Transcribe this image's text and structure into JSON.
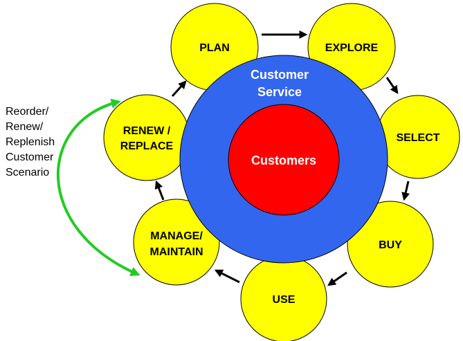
{
  "colors": {
    "stage_fill": "#ffff00",
    "stage_stroke": "#000000",
    "ring_fill": "#3366ee",
    "core_fill": "#ff0000",
    "ring_text": "#ffffff",
    "core_text": "#ffffff",
    "cycle_arrow": "#000000",
    "scenario_arrow": "#22cc22"
  },
  "ring": {
    "line1": "Customer",
    "line2": "Service"
  },
  "core": {
    "label": "Customers"
  },
  "stages": {
    "plan": {
      "line1": "PLAN"
    },
    "explore": {
      "line1": "EXPLORE"
    },
    "select": {
      "line1": "SELECT"
    },
    "buy": {
      "line1": "BUY"
    },
    "use": {
      "line1": "USE"
    },
    "manage": {
      "line1": "MANAGE/",
      "line2": "MAINTAIN"
    },
    "renew": {
      "line1": "RENEW /",
      "line2": "REPLACE"
    }
  },
  "scenario": {
    "lines": [
      "Reorder/",
      "Renew/",
      "Replenish",
      "Customer",
      "Scenario"
    ]
  }
}
